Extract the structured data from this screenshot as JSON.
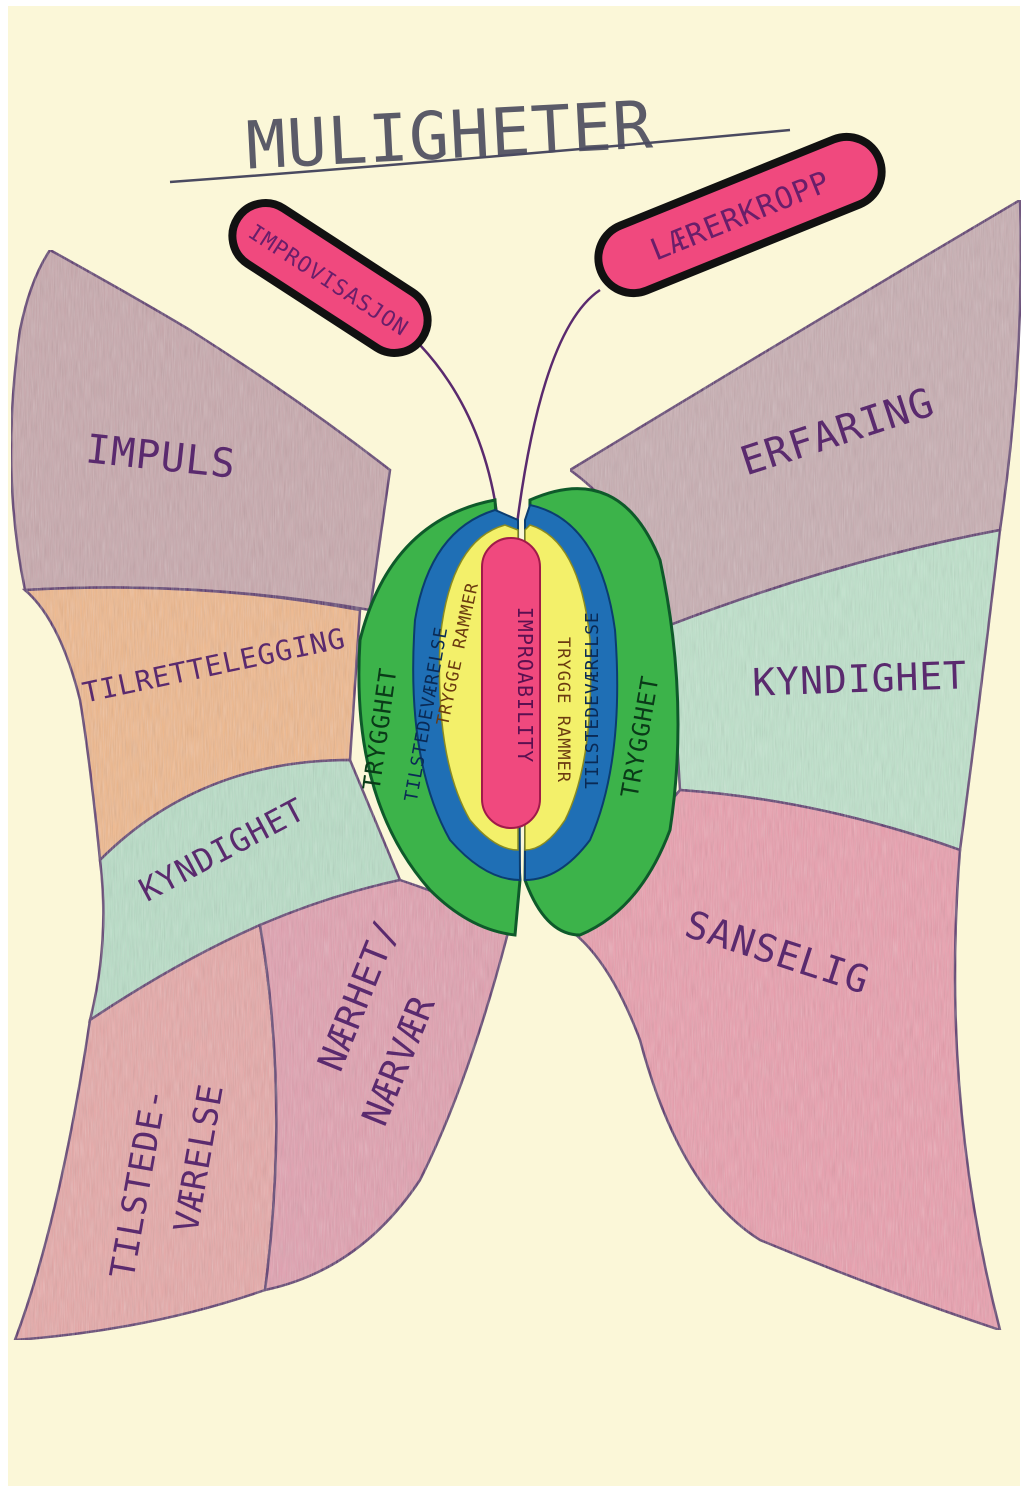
{
  "title": "MULIGHETER",
  "antennae": {
    "left": "IMPROVISASJON",
    "right": "LÆRERKROPP"
  },
  "left_wing": {
    "upper": [
      "IMPULS",
      "TILRETTELEGGING",
      "KYNDIGHET"
    ],
    "lower_left": [
      "TILSTEDE-",
      "VÆRELSE"
    ],
    "lower_right": [
      "NÆRHET/",
      "NÆRVÆR"
    ]
  },
  "right_wing": {
    "upper": [
      "ERFARING",
      "KYNDIGHET"
    ],
    "lower": "SANSELIG"
  },
  "body": {
    "center": "IMPROABILITY",
    "inner_left": "TRYGGE RAMMER",
    "inner_right": "TRYGGE RAMMER",
    "mid_left": "TILSTEDEVÆRELSE",
    "mid_right": "TILSTEDEVÆRELSE",
    "outer_left": "TRYGGHET",
    "outer_right": "TRYGGHET"
  },
  "colors": {
    "paper": "#fbf7d8",
    "ink": "#5a2a6e",
    "purple_region": "#c9a9ad",
    "orange_region": "#f0b98c",
    "teal_region": "#b9dfc8",
    "pink_region": "#e8a0ad",
    "green": "#3cb34a",
    "blue": "#1f6fb5",
    "yellow": "#f3f06a",
    "magenta": "#f0497e"
  }
}
